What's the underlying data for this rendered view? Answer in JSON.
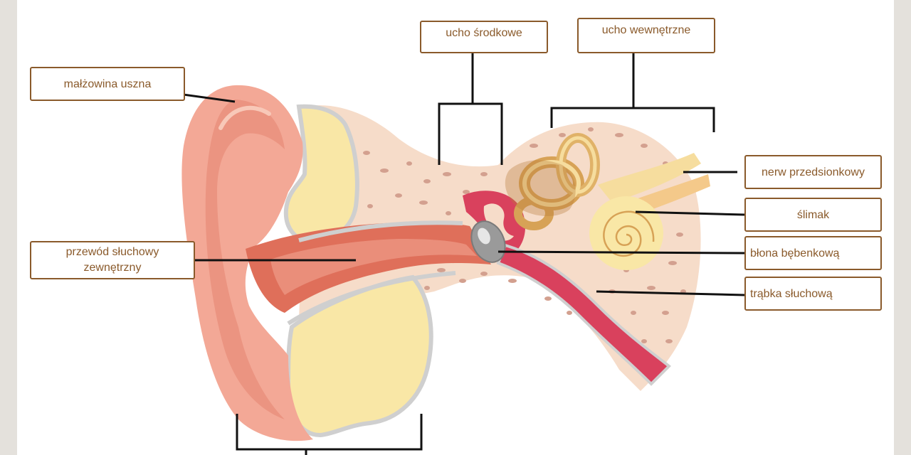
{
  "colors": {
    "label_border": "#8a5a2b",
    "label_text": "#8a5a2b",
    "leader_line": "#111111",
    "skin": "#f3a896",
    "skin_dark": "#e37c68",
    "bone": "#f9e7a6",
    "bone_spongy": "#f6dcc9",
    "canal": "#df6f5a",
    "tube": "#d9415d",
    "eardrum": "#9a9a9a"
  },
  "labels": {
    "pinna": "małżowina uszna",
    "ear_canal_line1": "przewód słuchowy",
    "ear_canal_line2": "zewnętrzny",
    "middle_ear": "ucho środkowe",
    "inner_ear": "ucho wewnętrzne",
    "vestibular_nerve": "nerw przedsionkowy",
    "cochlea": "ślimak",
    "eardrum": "błona bębenkową",
    "eustachian_tube": "trąbka słuchową"
  }
}
